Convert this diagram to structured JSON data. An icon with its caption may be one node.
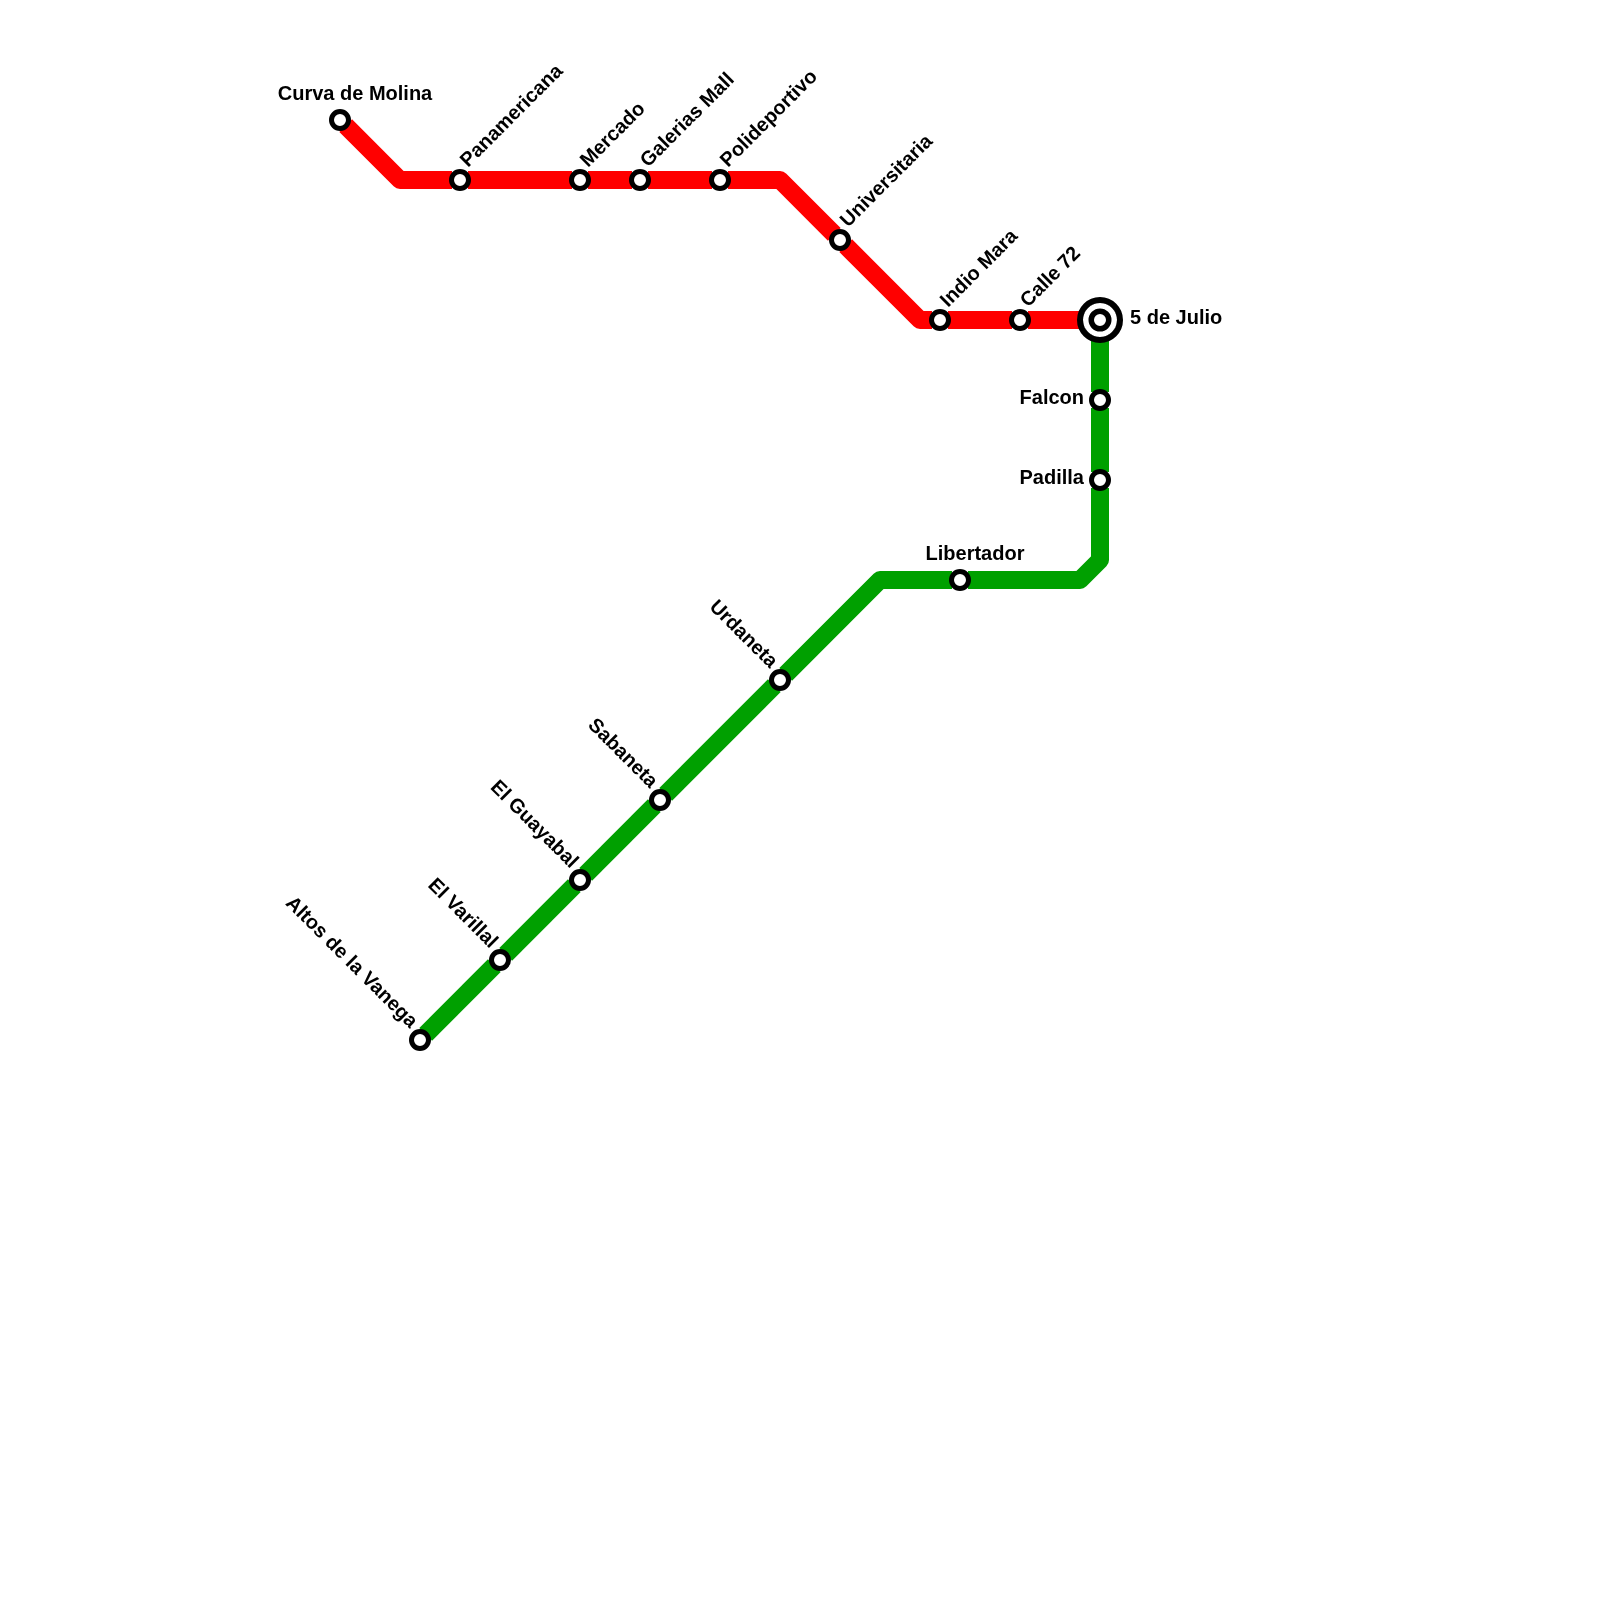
{
  "diagram": {
    "nodes": [
      {
        "text": [],
        "shape": "circle",
        "beside": [
          "Curva de Molina"
        ]
      },
      {
        "text": [],
        "shape": "circle",
        "beside": [
          "Panamericana"
        ]
      },
      {
        "text": [],
        "shape": "circle",
        "beside": [
          "Mercado"
        ]
      },
      {
        "text": [],
        "shape": "circle",
        "beside": [
          "Galerias Mall"
        ]
      },
      {
        "text": [],
        "shape": "circle",
        "beside": [
          "Polideportivo"
        ]
      },
      {
        "text": [],
        "shape": "circle",
        "beside": [
          "Universitaria"
        ]
      },
      {
        "text": [],
        "shape": "circle",
        "beside": [
          "Indio Mara"
        ]
      },
      {
        "text": [],
        "shape": "circle",
        "beside": [
          "Calle 72"
        ]
      },
      {
        "text": [],
        "shape": "circle",
        "beside": [
          "5 de Julio"
        ]
      },
      {
        "text": [],
        "shape": "circle",
        "beside": [
          "Falcon"
        ]
      },
      {
        "text": [],
        "shape": "circle",
        "beside": [
          "Padilla"
        ]
      },
      {
        "text": [],
        "shape": "circle",
        "beside": [
          "Libertador"
        ]
      },
      {
        "text": [],
        "shape": "circle",
        "beside": [
          "Urdaneta"
        ]
      },
      {
        "text": [],
        "shape": "circle",
        "beside": [
          "Sabaneta"
        ]
      },
      {
        "text": [],
        "shape": "circle",
        "beside": [
          "El Guayabal"
        ]
      },
      {
        "text": [],
        "shape": "circle",
        "beside": [
          "El Varillal"
        ]
      },
      {
        "text": [],
        "shape": "circle",
        "beside": [
          "Altos de la Vanega"
        ]
      }
    ],
    "edges": [
      {
        "from": 0,
        "to": 1,
        "arrow": "none",
        "color": "#ff0000"
      },
      {
        "from": 1,
        "to": 2,
        "arrow": "none",
        "color": "#ff0000"
      },
      {
        "from": 2,
        "to": 3,
        "arrow": "none",
        "color": "#ff0000"
      },
      {
        "from": 3,
        "to": 4,
        "arrow": "none",
        "color": "#ff0000"
      },
      {
        "from": 4,
        "to": 5,
        "arrow": "none",
        "color": "#ff0000"
      },
      {
        "from": 5,
        "to": 6,
        "arrow": "none",
        "color": "#ff0000"
      },
      {
        "from": 6,
        "to": 7,
        "arrow": "none",
        "color": "#ff0000"
      },
      {
        "from": 7,
        "to": 8,
        "arrow": "none",
        "color": "#ff0000"
      },
      {
        "from": 8,
        "to": 9,
        "arrow": "none",
        "color": "#00a000"
      },
      {
        "from": 9,
        "to": 10,
        "arrow": "none",
        "color": "#00a000"
      },
      {
        "from": 10,
        "to": 11,
        "arrow": "none",
        "color": "#00a000"
      },
      {
        "from": 11,
        "to": 12,
        "arrow": "none",
        "color": "#00a000"
      },
      {
        "from": 12,
        "to": 13,
        "arrow": "none",
        "color": "#00a000"
      },
      {
        "from": 13,
        "to": 14,
        "arrow": "none",
        "color": "#00a000"
      },
      {
        "from": 14,
        "to": 15,
        "arrow": "none",
        "color": "#00a000"
      },
      {
        "from": 15,
        "to": 16,
        "arrow": "none",
        "color": "#00a000"
      }
    ]
  }
}
